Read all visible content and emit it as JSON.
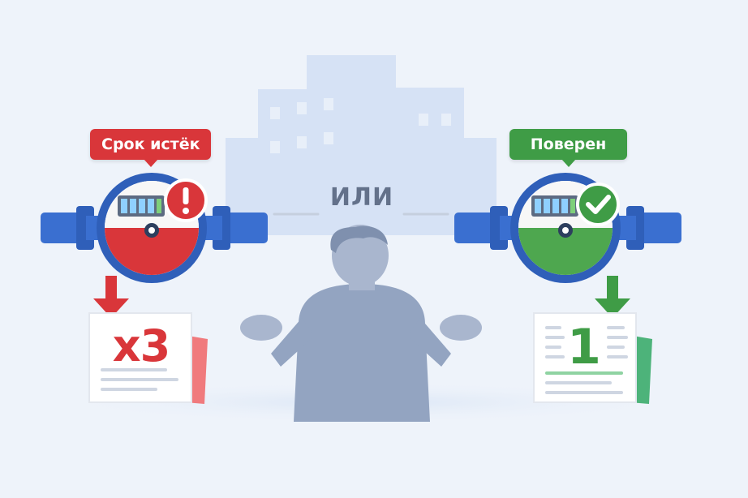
{
  "left": {
    "status_label": "Срок истёк",
    "multiplier_label": "х3",
    "accent_color": "#d9363a",
    "status_icon": "exclamation-icon"
  },
  "right": {
    "status_label": "Поверен",
    "multiplier_label": "1",
    "accent_color": "#3f9c46",
    "status_icon": "check-icon"
  },
  "center": {
    "or_label": "ИЛИ"
  },
  "colors": {
    "background": "#eef3fa",
    "pipe_blue": "#3a6fd0",
    "person": "#8e9fbc",
    "building": "#d6e2f5"
  }
}
